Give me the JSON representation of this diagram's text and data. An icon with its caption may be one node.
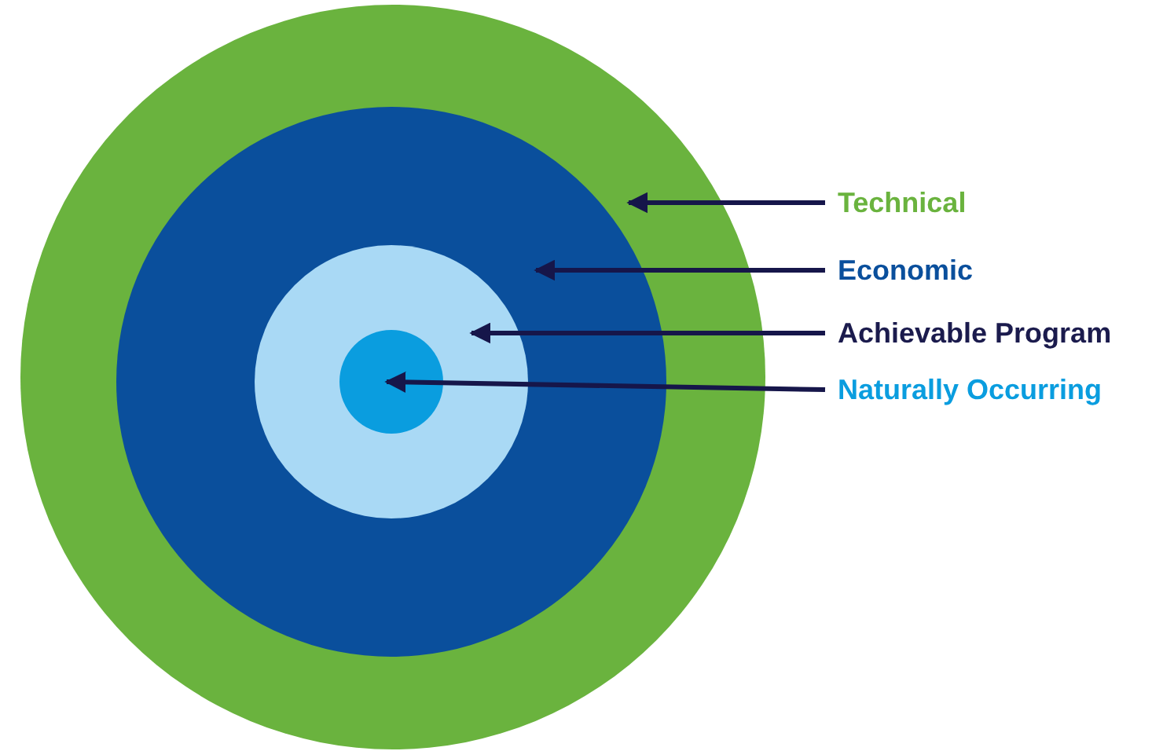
{
  "diagram": {
    "nodes": [
      {
        "text": [],
        "shape": "circle"
      },
      {
        "text": [],
        "shape": "circle",
        "in": 0
      },
      {
        "text": [],
        "shape": "circle",
        "in": 1
      },
      {
        "text": [],
        "shape": "circle",
        "in": 2
      },
      {
        "text": [
          "Technical"
        ]
      },
      {
        "text": [
          "Economic"
        ]
      },
      {
        "text": [
          "Achievable Program"
        ]
      },
      {
        "text": [
          "Naturally Occurring"
        ]
      }
    ],
    "edges": [
      {
        "from": 4,
        "to": 0,
        "arrow": "to"
      },
      {
        "from": 5,
        "to": 1,
        "arrow": "to"
      },
      {
        "from": 6,
        "to": 2,
        "arrow": "to"
      },
      {
        "from": 7,
        "to": 3,
        "arrow": "to"
      }
    ]
  }
}
